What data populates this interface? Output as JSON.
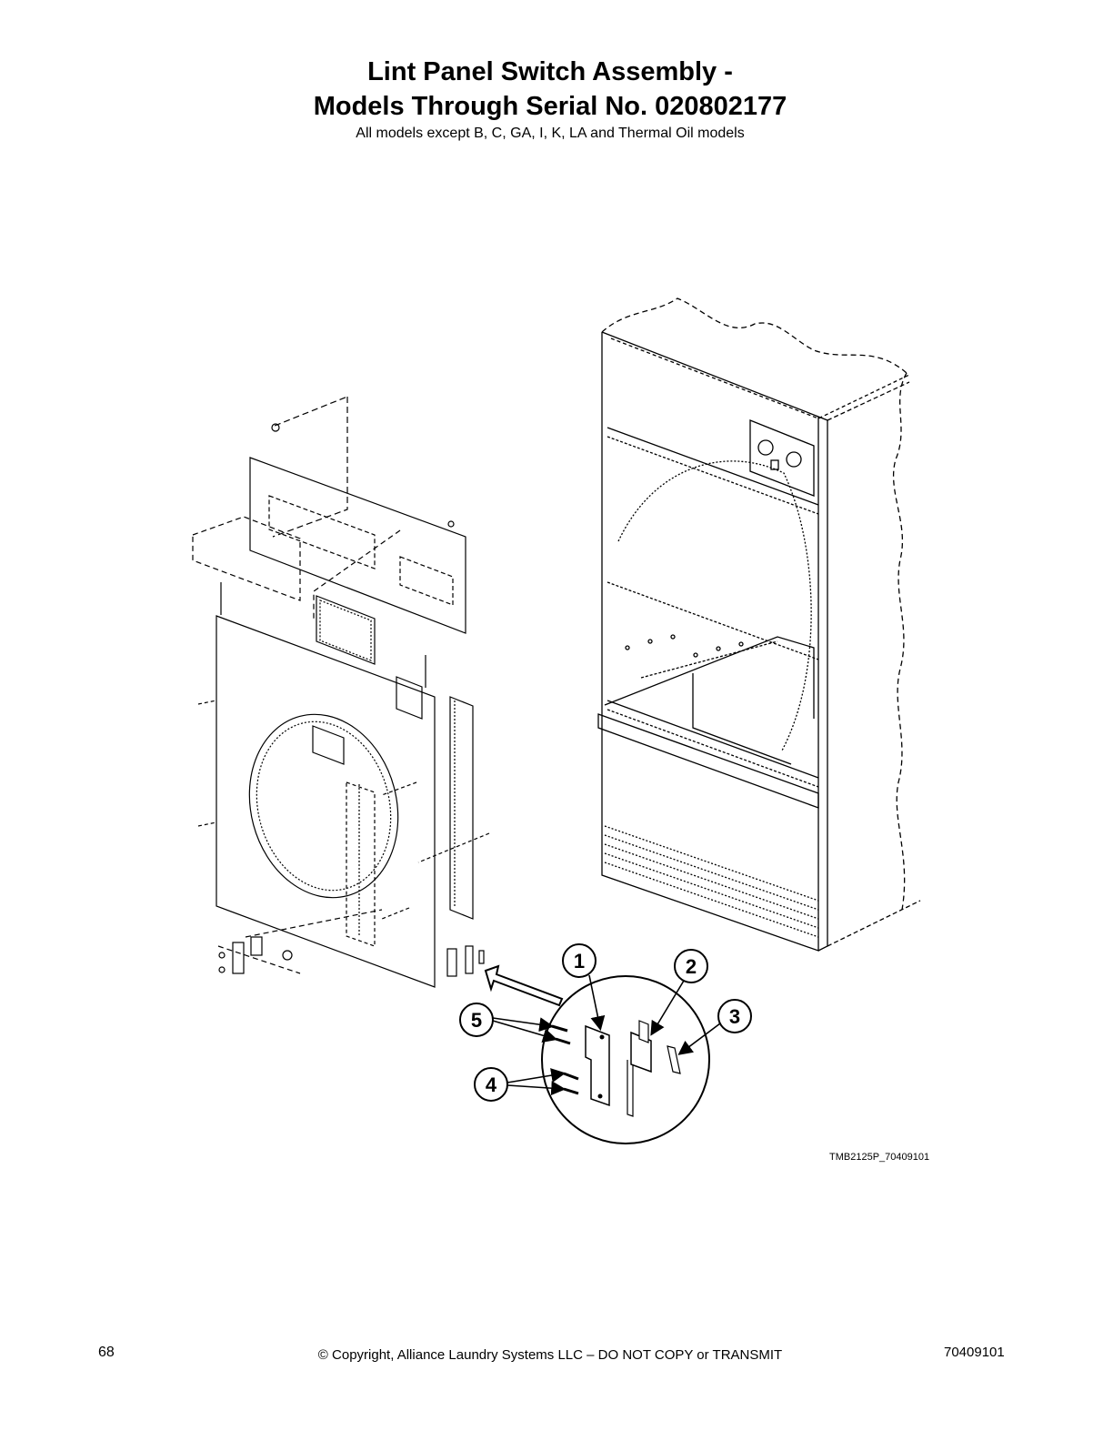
{
  "header": {
    "title_line1": "Lint Panel Switch Assembly -",
    "title_line2": "Models Through Serial No. 020802177",
    "subtitle": "All models except B, C, GA, I, K, LA and Thermal Oil models"
  },
  "figure": {
    "code": "TMB2125P_70409101",
    "callouts": [
      "1",
      "2",
      "3",
      "4",
      "5"
    ]
  },
  "footer": {
    "page_number": "68",
    "copyright": "© Copyright, Alliance Laundry Systems LLC – DO NOT COPY or TRANSMIT",
    "doc_number": "70409101"
  }
}
